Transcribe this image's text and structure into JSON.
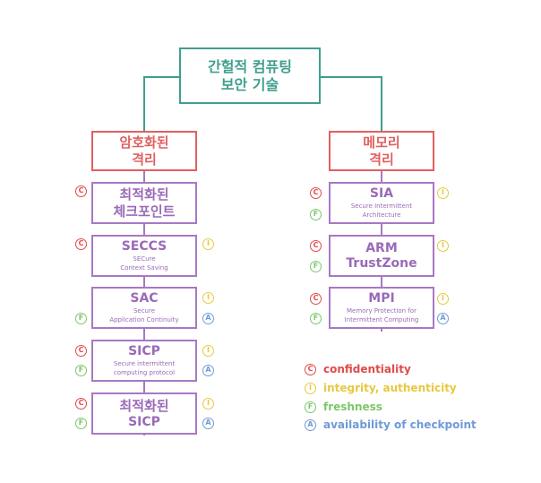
{
  "root": {
    "line1": "간헐적 컴퓨팅",
    "line2": "보안 기술"
  },
  "categories": [
    {
      "line1": "암호화된",
      "line2": "격리"
    },
    {
      "line1": "메모리",
      "line2": "격리"
    }
  ],
  "left_items": [
    {
      "title": "최적화된",
      "title2": "체크포인트",
      "sub": "",
      "sub2": ""
    },
    {
      "title": "SECCS",
      "title2": "",
      "sub": "SECure",
      "sub2": "Context Saving"
    },
    {
      "title": "SAC",
      "title2": "",
      "sub": "Secure",
      "sub2": "Application Continuity"
    },
    {
      "title": "SICP",
      "title2": "",
      "sub": "Secure intermittent",
      "sub2": "computing protocol"
    },
    {
      "title": "최적화된",
      "title2": "SICP",
      "sub": "",
      "sub2": ""
    }
  ],
  "right_items": [
    {
      "title": "SIA",
      "title2": "",
      "sub": "Secure Intermittent",
      "sub2": "Architecture"
    },
    {
      "title": "ARM",
      "title2": "TrustZone",
      "sub": "",
      "sub2": ""
    },
    {
      "title": "MPI",
      "title2": "",
      "sub": "Memory Protection for",
      "sub2": "Intermittent Computing"
    }
  ],
  "badges": {
    "c": "C",
    "i": "I",
    "f": "F",
    "a": "A"
  },
  "legend": [
    {
      "letter": "C",
      "label": "confidentiality",
      "color": "#e04a4a"
    },
    {
      "letter": "I",
      "label": "integrity, authenticity",
      "color": "#e8c840"
    },
    {
      "letter": "F",
      "label": "freshness",
      "color": "#7cc66a"
    },
    {
      "letter": "A",
      "label": "availability of checkpoint",
      "color": "#6f9ad8"
    }
  ],
  "colors": {
    "root": "#3f9f8e",
    "category": "#e06060",
    "tech": "#a878c4"
  }
}
